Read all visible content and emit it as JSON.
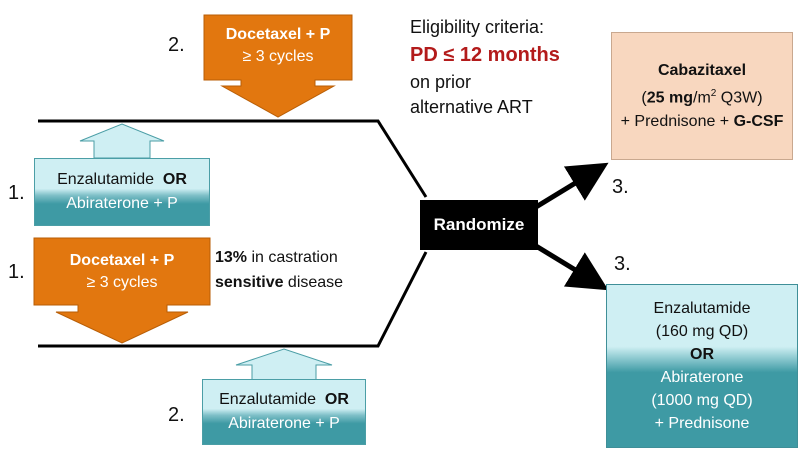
{
  "steps": {
    "n1a": "1.",
    "n1b": "1.",
    "n2a": "2.",
    "n2b": "2.",
    "n3a": "3.",
    "n3b": "3."
  },
  "docetaxel_top": {
    "title": "Docetaxel + P",
    "sub": "≥ 3 cycles"
  },
  "docetaxel_mid": {
    "title": "Docetaxel + P",
    "sub": "≥ 3 cycles"
  },
  "art_left": {
    "line1": "Enzalutamide",
    "or": "OR",
    "line2": "Abiraterone + P"
  },
  "art_bottom": {
    "line1": "Enzalutamide",
    "or": "OR",
    "line2": "Abiraterone + P"
  },
  "castration_note": {
    "pct": "13%",
    "text1": " in castration",
    "bold2": "sensitive",
    "text2": " disease"
  },
  "eligibility": {
    "line1": "Eligibility criteria:",
    "highlight": "PD ≤ 12 months",
    "line3": "on prior",
    "line4": "alternative ART"
  },
  "randomize": {
    "label": "Randomize"
  },
  "cabazitaxel": {
    "title": "Cabazitaxel",
    "dose_bold": "25 mg",
    "dose_unit": "/m",
    "dose_sup": "2",
    "dose_rest": " Q3W)",
    "open_paren": "(",
    "plus": "+ Prednisone + ",
    "gcsf": "G-CSF"
  },
  "arm_b": {
    "line1": "Enzalutamide",
    "line2": "(160 mg QD)",
    "or": "OR",
    "line3": "Abiraterone",
    "line4": "(1000 mg QD)",
    "line5": "+ Prednisone"
  },
  "colors": {
    "orange": "#e2770f",
    "orange_border": "#b85e06",
    "teal_light": "#cfeff3",
    "teal_dark": "#3e9aa4",
    "peach": "#f8d7bf",
    "red": "#b31b1b",
    "black": "#000000"
  }
}
